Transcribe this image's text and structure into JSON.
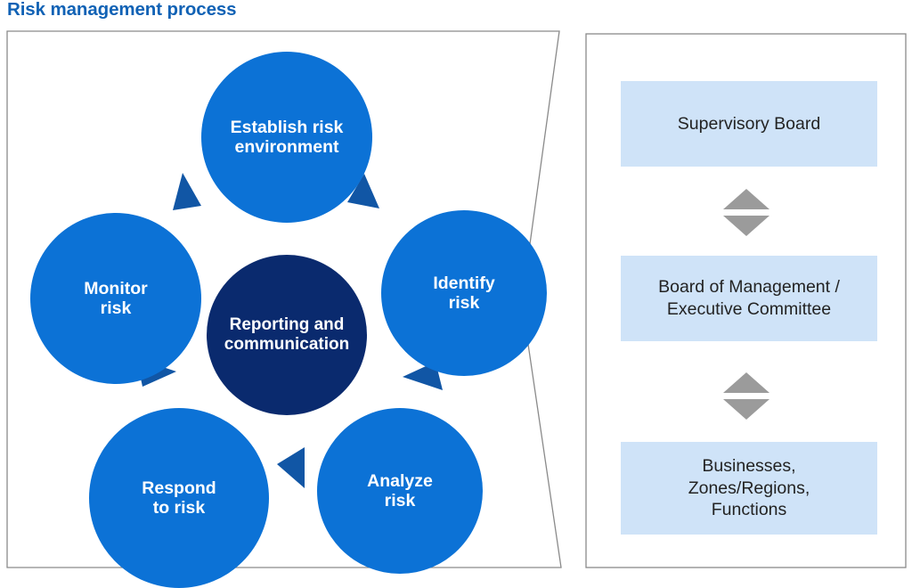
{
  "page": {
    "title": "Risk management process"
  },
  "colors": {
    "title_blue": "#1162b5",
    "node_blue": "#0c72d6",
    "node_navy": "#0a2a6e",
    "arrow_blue": "#1156a5",
    "box_light_blue": "#cfe3f8",
    "box_text": "#232323",
    "panel_border": "#8a8a8a",
    "gov_arrow_gray": "#9b9b9b"
  },
  "cycle": {
    "center_node": {
      "label_line1": "Reporting and",
      "label_line2": "communication"
    },
    "nodes": [
      {
        "id": "establish",
        "label_line1": "Establish risk",
        "label_line2": "environment"
      },
      {
        "id": "identify",
        "label_line1": "Identify",
        "label_line2": "risk"
      },
      {
        "id": "analyze",
        "label_line1": "Analyze",
        "label_line2": "risk"
      },
      {
        "id": "respond",
        "label_line1": "Respond",
        "label_line2": "to risk"
      },
      {
        "id": "monitor",
        "label_line1": "Monitor",
        "label_line2": "risk"
      }
    ],
    "arrows": [
      {
        "id": "monitor-to-establish",
        "from": "monitor",
        "to": "establish"
      },
      {
        "id": "establish-to-identify",
        "from": "establish",
        "to": "identify"
      },
      {
        "id": "identify-to-analyze",
        "from": "identify",
        "to": "analyze"
      },
      {
        "id": "analyze-to-respond",
        "from": "analyze",
        "to": "respond"
      },
      {
        "id": "respond-to-monitor",
        "from": "respond",
        "to": "monitor"
      }
    ]
  },
  "governance": {
    "boxes": [
      {
        "id": "supervisory-board",
        "line1": "Supervisory Board",
        "line2": "",
        "line3": ""
      },
      {
        "id": "board-of-management",
        "line1": "Board of Management /",
        "line2": "Executive Committee",
        "line3": ""
      },
      {
        "id": "businesses",
        "line1": "Businesses,",
        "line2": "Zones/Regions,",
        "line3": "Functions"
      }
    ],
    "connectors": [
      {
        "id": "connector-1",
        "up_icon": "triangle-up-icon",
        "down_icon": "triangle-down-icon"
      },
      {
        "id": "connector-2",
        "up_icon": "triangle-up-icon",
        "down_icon": "triangle-down-icon"
      }
    ]
  }
}
